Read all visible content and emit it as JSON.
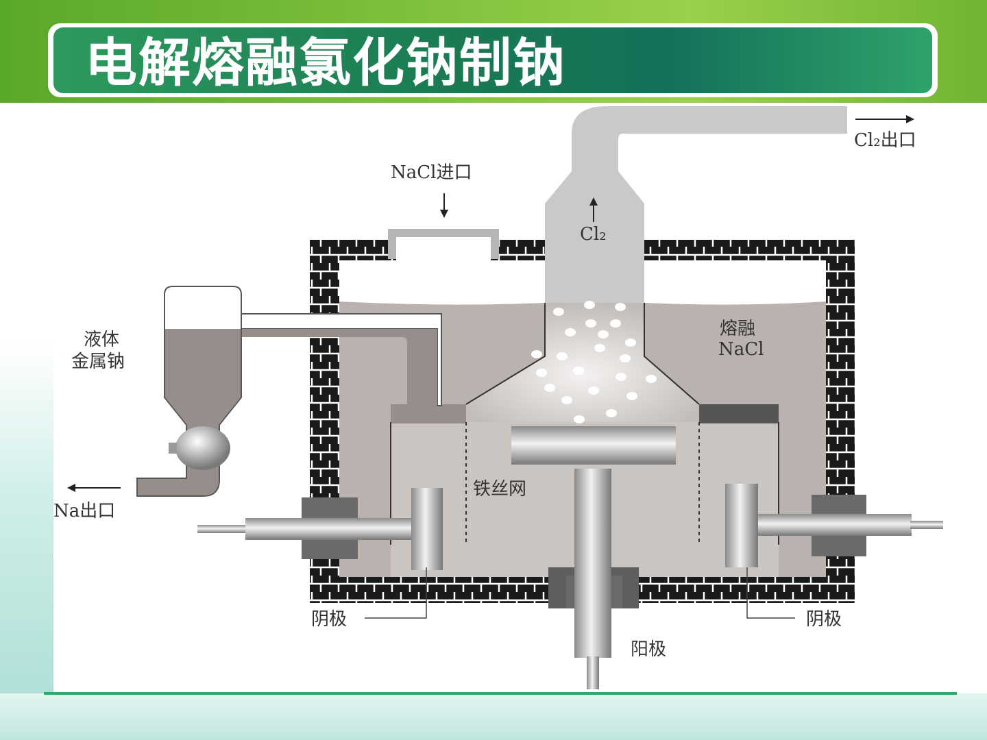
{
  "title": "电解熔融氯化钠制钠",
  "labels": {
    "nacl_inlet": "NaCl进口",
    "cl2_outlet": "Cl₂出口",
    "cl2": "Cl₂",
    "molten_nacl_1": "熔融",
    "molten_nacl_2": "NaCl",
    "liquid_na_1": "液体",
    "liquid_na_2": "金属钠",
    "na_outlet": "Na出口",
    "iron_mesh": "铁丝网",
    "cathode_left": "阴极",
    "cathode_right": "阴极",
    "anode": "阳极"
  },
  "colors": {
    "brick": "#1a1a1a",
    "melt": "#b9b2ae",
    "pipe": "#c9c9c9",
    "title_green": "#1a7a52"
  }
}
